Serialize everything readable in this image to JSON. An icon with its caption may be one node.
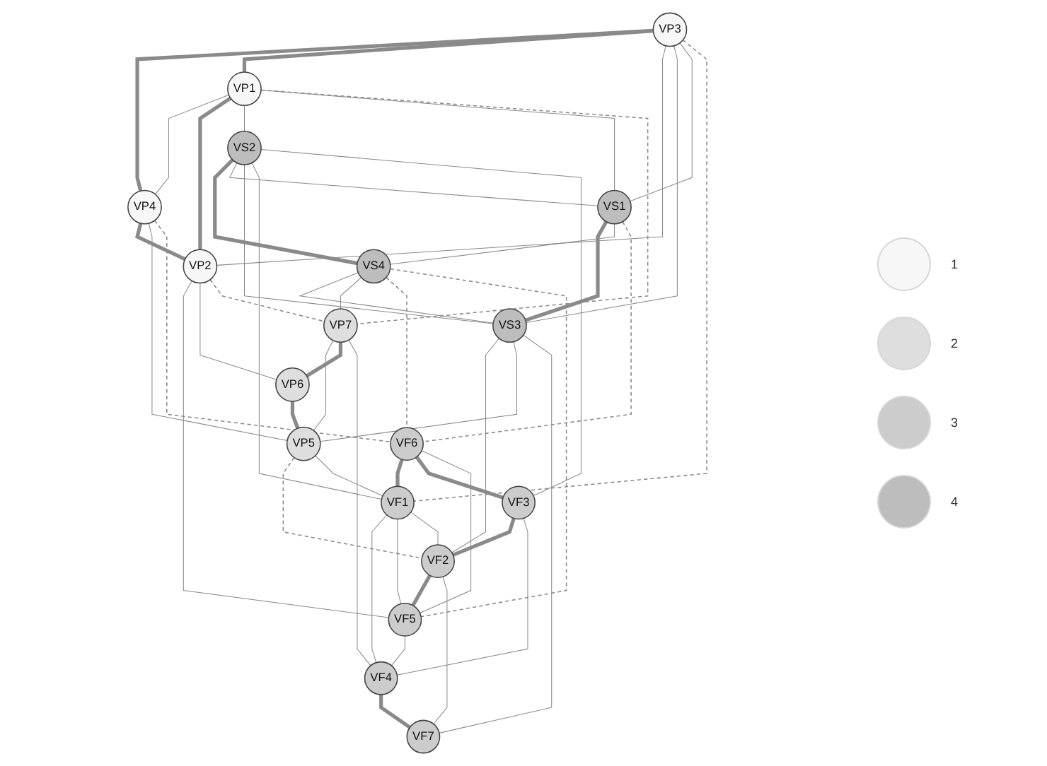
{
  "diagram": {
    "nodes": [
      {
        "text": [
          "VP3"
        ]
      },
      {
        "text": [
          "VP4"
        ]
      },
      {
        "text": [
          "VP1"
        ]
      },
      {
        "text": [
          "VF6"
        ]
      },
      {
        "text": [
          "VP2"
        ]
      },
      {
        "text": [
          "VF1"
        ]
      },
      {
        "text": [
          "VF3"
        ]
      },
      {
        "text": [
          "VS2"
        ]
      },
      {
        "text": [
          "VS1"
        ]
      },
      {
        "text": [
          "VS4"
        ]
      },
      {
        "text": [
          "VF5"
        ]
      },
      {
        "text": [
          "VS3"
        ]
      },
      {
        "text": [
          "VF2"
        ]
      },
      {
        "text": [
          "VF4"
        ]
      },
      {
        "text": [
          "VP7"
        ]
      },
      {
        "text": [
          "VF7"
        ]
      },
      {
        "text": [
          "VP5"
        ]
      },
      {
        "text": [
          "VP6"
        ]
      }
    ],
    "edges": [
      {
        "from": 0,
        "to": 1,
        "arrow": "none",
        "style": "thick"
      },
      {
        "from": 0,
        "to": 2,
        "arrow": "none",
        "style": "thick"
      },
      {
        "from": 2,
        "to": 1,
        "arrow": "none"
      },
      {
        "from": 2,
        "to": 4,
        "arrow": "none",
        "style": "thick"
      },
      {
        "from": 1,
        "to": 4,
        "arrow": "none",
        "style": "thick"
      },
      {
        "from": 0,
        "to": 4,
        "arrow": "none"
      },
      {
        "from": 3,
        "to": 5,
        "arrow": "none",
        "style": "thick"
      },
      {
        "from": 3,
        "to": 6,
        "arrow": "none",
        "style": "thick"
      },
      {
        "from": 6,
        "to": 12,
        "arrow": "none",
        "style": "thick"
      },
      {
        "from": 5,
        "to": 13,
        "arrow": "none"
      },
      {
        "from": 13,
        "to": 15,
        "arrow": "none",
        "style": "thick"
      },
      {
        "from": 12,
        "to": 10,
        "arrow": "none",
        "style": "thick"
      },
      {
        "from": 10,
        "to": 13,
        "arrow": "none"
      },
      {
        "from": 12,
        "to": 15,
        "arrow": "none"
      },
      {
        "from": 3,
        "to": 10,
        "arrow": "none"
      },
      {
        "from": 5,
        "to": 10,
        "arrow": "none"
      },
      {
        "from": 5,
        "to": 12,
        "arrow": "none"
      },
      {
        "from": 6,
        "to": 13,
        "arrow": "none"
      },
      {
        "from": 7,
        "to": 9,
        "arrow": "none",
        "style": "thick"
      },
      {
        "from": 8,
        "to": 11,
        "arrow": "none",
        "style": "thick"
      },
      {
        "from": 8,
        "to": 9,
        "arrow": "none"
      },
      {
        "from": 7,
        "to": 8,
        "arrow": "none"
      },
      {
        "from": 9,
        "to": 11,
        "arrow": "none"
      },
      {
        "from": 7,
        "to": 11,
        "arrow": "none"
      },
      {
        "from": 11,
        "to": 12,
        "arrow": "none"
      },
      {
        "from": 9,
        "to": 14,
        "arrow": "none"
      },
      {
        "from": 14,
        "to": 16,
        "arrow": "none"
      },
      {
        "from": 14,
        "to": 17,
        "arrow": "none",
        "style": "thick"
      },
      {
        "from": 17,
        "to": 16,
        "arrow": "none",
        "style": "thick"
      },
      {
        "from": 16,
        "to": 12,
        "arrow": "none",
        "style": "dashed"
      },
      {
        "from": 2,
        "to": 7,
        "arrow": "none"
      },
      {
        "from": 2,
        "to": 8,
        "arrow": "none"
      },
      {
        "from": 4,
        "to": 10,
        "arrow": "none"
      },
      {
        "from": 11,
        "to": 16,
        "arrow": "none"
      },
      {
        "from": 11,
        "to": 15,
        "arrow": "none"
      },
      {
        "from": 7,
        "to": 5,
        "arrow": "none"
      },
      {
        "from": 7,
        "to": 6,
        "arrow": "none"
      },
      {
        "from": 14,
        "to": 13,
        "arrow": "none"
      },
      {
        "from": 16,
        "to": 5,
        "arrow": "none"
      },
      {
        "from": 1,
        "to": 16,
        "arrow": "none"
      },
      {
        "from": 0,
        "to": 11,
        "arrow": "none"
      },
      {
        "from": 0,
        "to": 8,
        "arrow": "none"
      },
      {
        "from": 4,
        "to": 17,
        "arrow": "none"
      },
      {
        "from": 2,
        "to": 14,
        "arrow": "none",
        "style": "dashed"
      },
      {
        "from": 8,
        "to": 3,
        "arrow": "none",
        "style": "dashed"
      },
      {
        "from": 1,
        "to": 3,
        "arrow": "none",
        "style": "dashed"
      },
      {
        "from": 0,
        "to": 5,
        "arrow": "none",
        "style": "dashed"
      },
      {
        "from": 9,
        "to": 3,
        "arrow": "none",
        "style": "dashed"
      },
      {
        "from": 4,
        "to": 14,
        "arrow": "none",
        "style": "dashed"
      },
      {
        "from": 9,
        "to": 10,
        "arrow": "none",
        "style": "dashed"
      }
    ],
    "legend": [
      {
        "text": "1",
        "color": "#f7f7f7"
      },
      {
        "text": "2",
        "color": "#dedede"
      },
      {
        "text": "3",
        "color": "#cccccc"
      },
      {
        "text": "4",
        "color": "#bdbdbd"
      }
    ]
  }
}
